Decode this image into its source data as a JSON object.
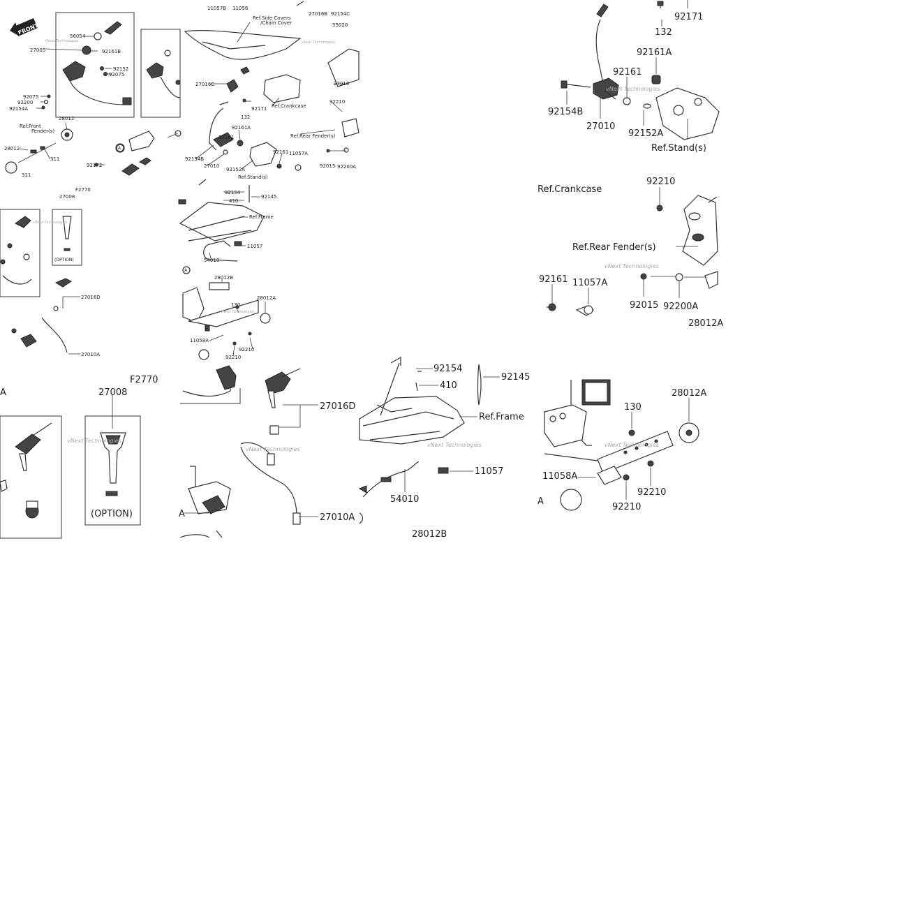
{
  "watermark": "vNext Technologies",
  "small_diagram": {
    "front_label": "FRONT",
    "figure_code": "F2770",
    "option_label": "(OPTION)",
    "refs": {
      "side_covers_1": "Ref.Side Covers",
      "side_covers_2": "/Chain Cover",
      "crankcase": "Ref.Crankcase",
      "front_fender_1": "Ref.Front",
      "front_fender_2": "Fender(s)",
      "rear_fender": "Ref.Rear Fender(s)",
      "stand": "Ref.Stand(s)",
      "frame": "Ref.Frame"
    },
    "parts": [
      "56054",
      "27005",
      "92161B",
      "92152",
      "92075",
      "92075",
      "92200",
      "92154A",
      "28012",
      "28012",
      "311",
      "311",
      "92172",
      "27008",
      "27016D",
      "27010A",
      "11057B",
      "11056",
      "27016B",
      "92154C",
      "55020",
      "27016C",
      "132",
      "92171",
      "27016",
      "92210",
      "92161A",
      "92161",
      "92154B",
      "27010",
      "92152A",
      "92161",
      "11057A",
      "92015",
      "92200A",
      "92154",
      "410",
      "92145",
      "11057",
      "54010",
      "28012B",
      "130",
      "28012A",
      "11058A",
      "92210",
      "92210",
      "A",
      "A",
      "A",
      "A"
    ]
  },
  "zoom_top": {
    "labels": {
      "p92171": "92171",
      "p132": "132",
      "p92161A": "92161A",
      "p92161": "92161",
      "p92154B": "92154B",
      "p27010": "27010",
      "p92152A": "92152A",
      "ref_stand": "Ref.Stand(s)"
    }
  },
  "zoom_mid": {
    "labels": {
      "ref_crankcase": "Ref.Crankcase",
      "p92210": "92210",
      "ref_rear_fender": "Ref.Rear Fender(s)",
      "p92161": "92161",
      "p11057A": "11057A",
      "p92015": "92015",
      "p92200A": "92200A",
      "p28012A": "28012A"
    }
  },
  "zoom_bottom_left": {
    "labels": {
      "a_left": "A",
      "figure_code": "F2770",
      "p27008": "27008",
      "option": "(OPTION)",
      "p27016D": "27016D",
      "p27010A": "27010A",
      "a_bottom": "A"
    }
  },
  "zoom_bottom_mid": {
    "labels": {
      "p92154": "92154",
      "p410": "410",
      "p92145": "92145",
      "ref_frame": "Ref.Frame",
      "p11057": "11057",
      "p54010": "54010",
      "p28012B": "28012B"
    }
  },
  "zoom_bottom_right": {
    "labels": {
      "p130": "130",
      "p28012A": "28012A",
      "p11058A": "11058A",
      "p92210a": "92210",
      "p92210b": "92210",
      "a_left": "A"
    }
  }
}
